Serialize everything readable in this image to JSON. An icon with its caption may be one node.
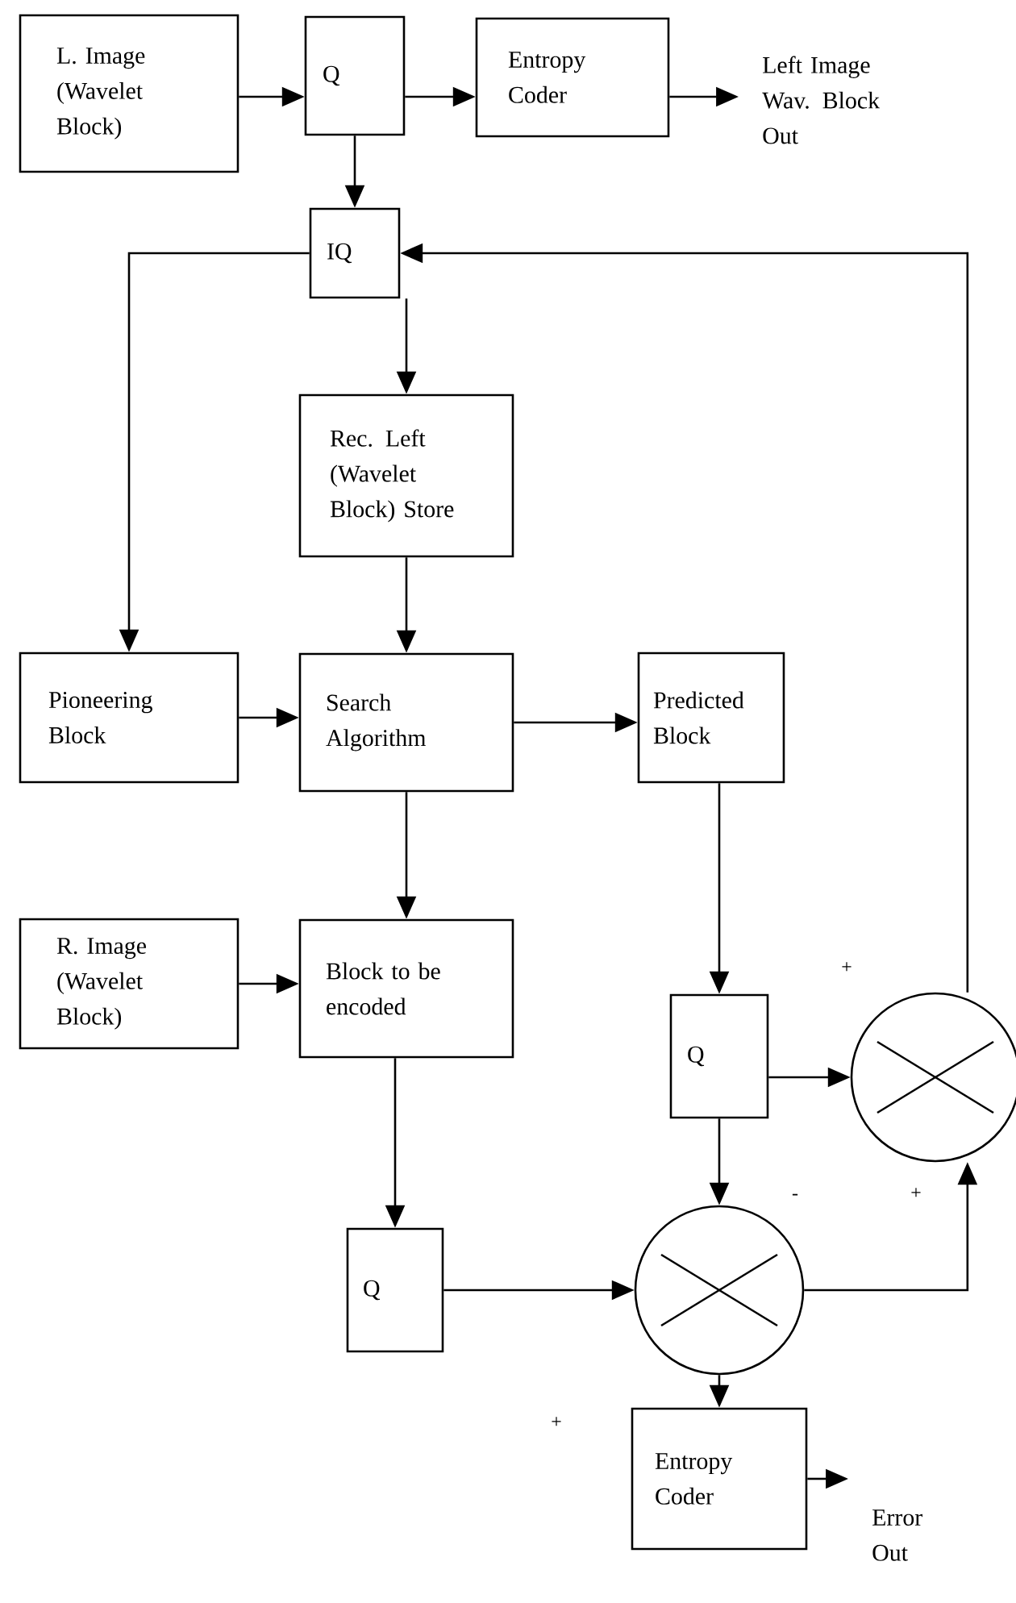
{
  "diagram": {
    "nodes": [
      {
        "text": [
          "L. Image (Wavelet Block)"
        ]
      },
      {
        "text": [
          "Q"
        ]
      },
      {
        "text": [
          "Entropy Coder"
        ]
      },
      {
        "text": [
          "Left Image Wav. Block Out"
        ]
      },
      {
        "text": [
          "IQ"
        ]
      },
      {
        "text": [
          "Rec. Left (Wavelet Block) Store"
        ]
      },
      {
        "text": [
          "Pioneering Block"
        ]
      },
      {
        "text": [
          "Search Algorithm"
        ]
      },
      {
        "text": [
          "Predicted Block"
        ]
      },
      {
        "text": [
          "Q"
        ]
      },
      {
        "text": [],
        "shape": "circle",
        "beside": [
          "+",
          "+"
        ]
      },
      {
        "text": [
          "R. Image (Wavelet Block)"
        ]
      },
      {
        "text": [
          "Block to be encoded"
        ]
      },
      {
        "text": [
          "Q"
        ]
      },
      {
        "text": [],
        "shape": "circle",
        "beside": [
          "-"
        ]
      },
      {
        "text": [
          "Entropy Coder"
        ]
      },
      {
        "text": [
          "Error Out"
        ]
      }
    ],
    "edges": [
      {
        "from": 0,
        "to": 1,
        "arrow": "to"
      },
      {
        "from": 1,
        "to": 2,
        "arrow": "to"
      },
      {
        "from": 2,
        "to": 3,
        "arrow": "to"
      },
      {
        "from": 1,
        "to": 4,
        "arrow": "to"
      },
      {
        "from": 10,
        "to": 4,
        "arrow": "to"
      },
      {
        "from": 4,
        "to": 5,
        "arrow": "to"
      },
      {
        "from": 4,
        "to": 6,
        "arrow": "to"
      },
      {
        "from": 5,
        "to": 7,
        "arrow": "to"
      },
      {
        "from": 6,
        "to": 7,
        "arrow": "to"
      },
      {
        "from": 7,
        "to": 8,
        "arrow": "to"
      },
      {
        "from": 8,
        "to": 9,
        "arrow": "to"
      },
      {
        "from": 9,
        "to": 10,
        "arrow": "to"
      },
      {
        "from": 7,
        "to": 12,
        "arrow": "to"
      },
      {
        "from": 11,
        "to": 12,
        "arrow": "to"
      },
      {
        "from": 12,
        "to": 13,
        "arrow": "to"
      },
      {
        "from": 13,
        "to": 14,
        "arrow": "to"
      },
      {
        "from": 9,
        "to": 14,
        "arrow": "to"
      },
      {
        "from": 14,
        "to": 10,
        "arrow": "to"
      },
      {
        "from": 14,
        "to": 15,
        "arrow": "to"
      },
      {
        "from": 15,
        "to": 16,
        "arrow": "to"
      }
    ],
    "labels": [
      "+"
    ]
  }
}
